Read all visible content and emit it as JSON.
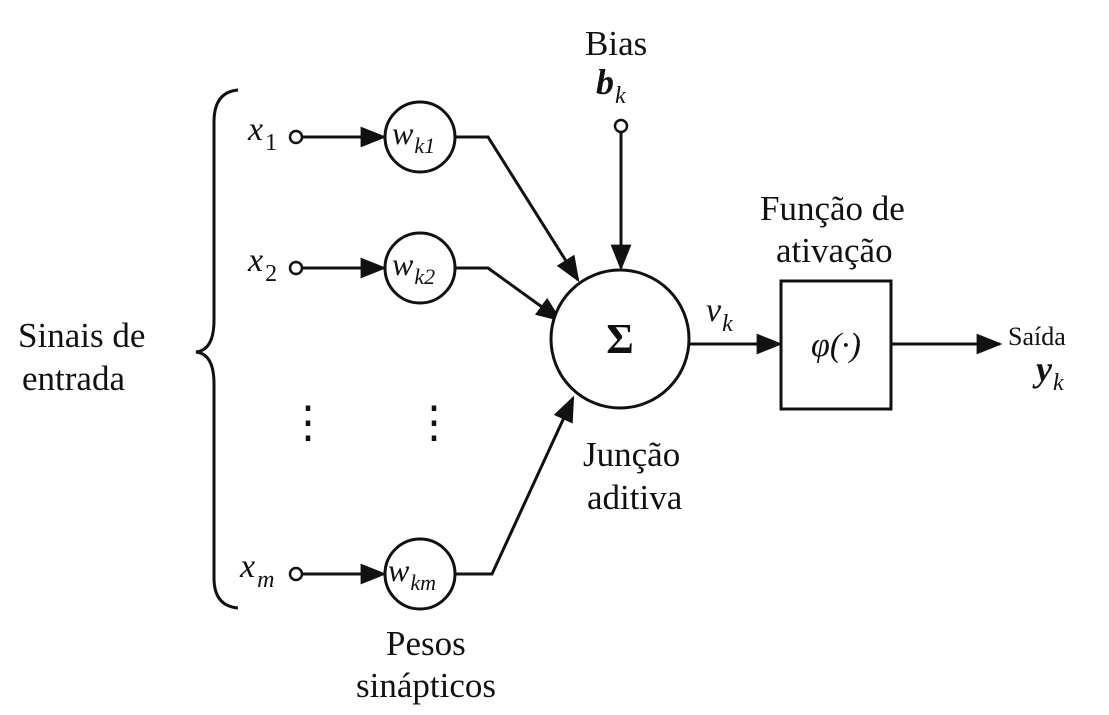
{
  "labels": {
    "inputs_line1": "Sinais de",
    "inputs_line2": "entrada",
    "bias_title": "Bias",
    "weights_line1": "Pesos",
    "weights_line2": "sinápticos",
    "junction_line1": "Junção",
    "junction_line2": "aditiva",
    "activation_line1": "Função de",
    "activation_line2": "ativação",
    "output_title": "Saída"
  },
  "symbols": {
    "bias_base": "b",
    "bias_sub": "k",
    "sum": "Σ",
    "v_base": "v",
    "v_sub": "k",
    "phi": "φ(·)",
    "y_base": "y",
    "y_sub": "k",
    "dots": "⋮"
  },
  "inputs": [
    {
      "x_base": "x",
      "x_sub": "1",
      "w_base": "w",
      "w_sub": "k1"
    },
    {
      "x_base": "x",
      "x_sub": "2",
      "w_base": "w",
      "w_sub": "k2"
    },
    {
      "x_base": "x",
      "x_sub": "m",
      "w_base": "w",
      "w_sub": "km"
    }
  ]
}
